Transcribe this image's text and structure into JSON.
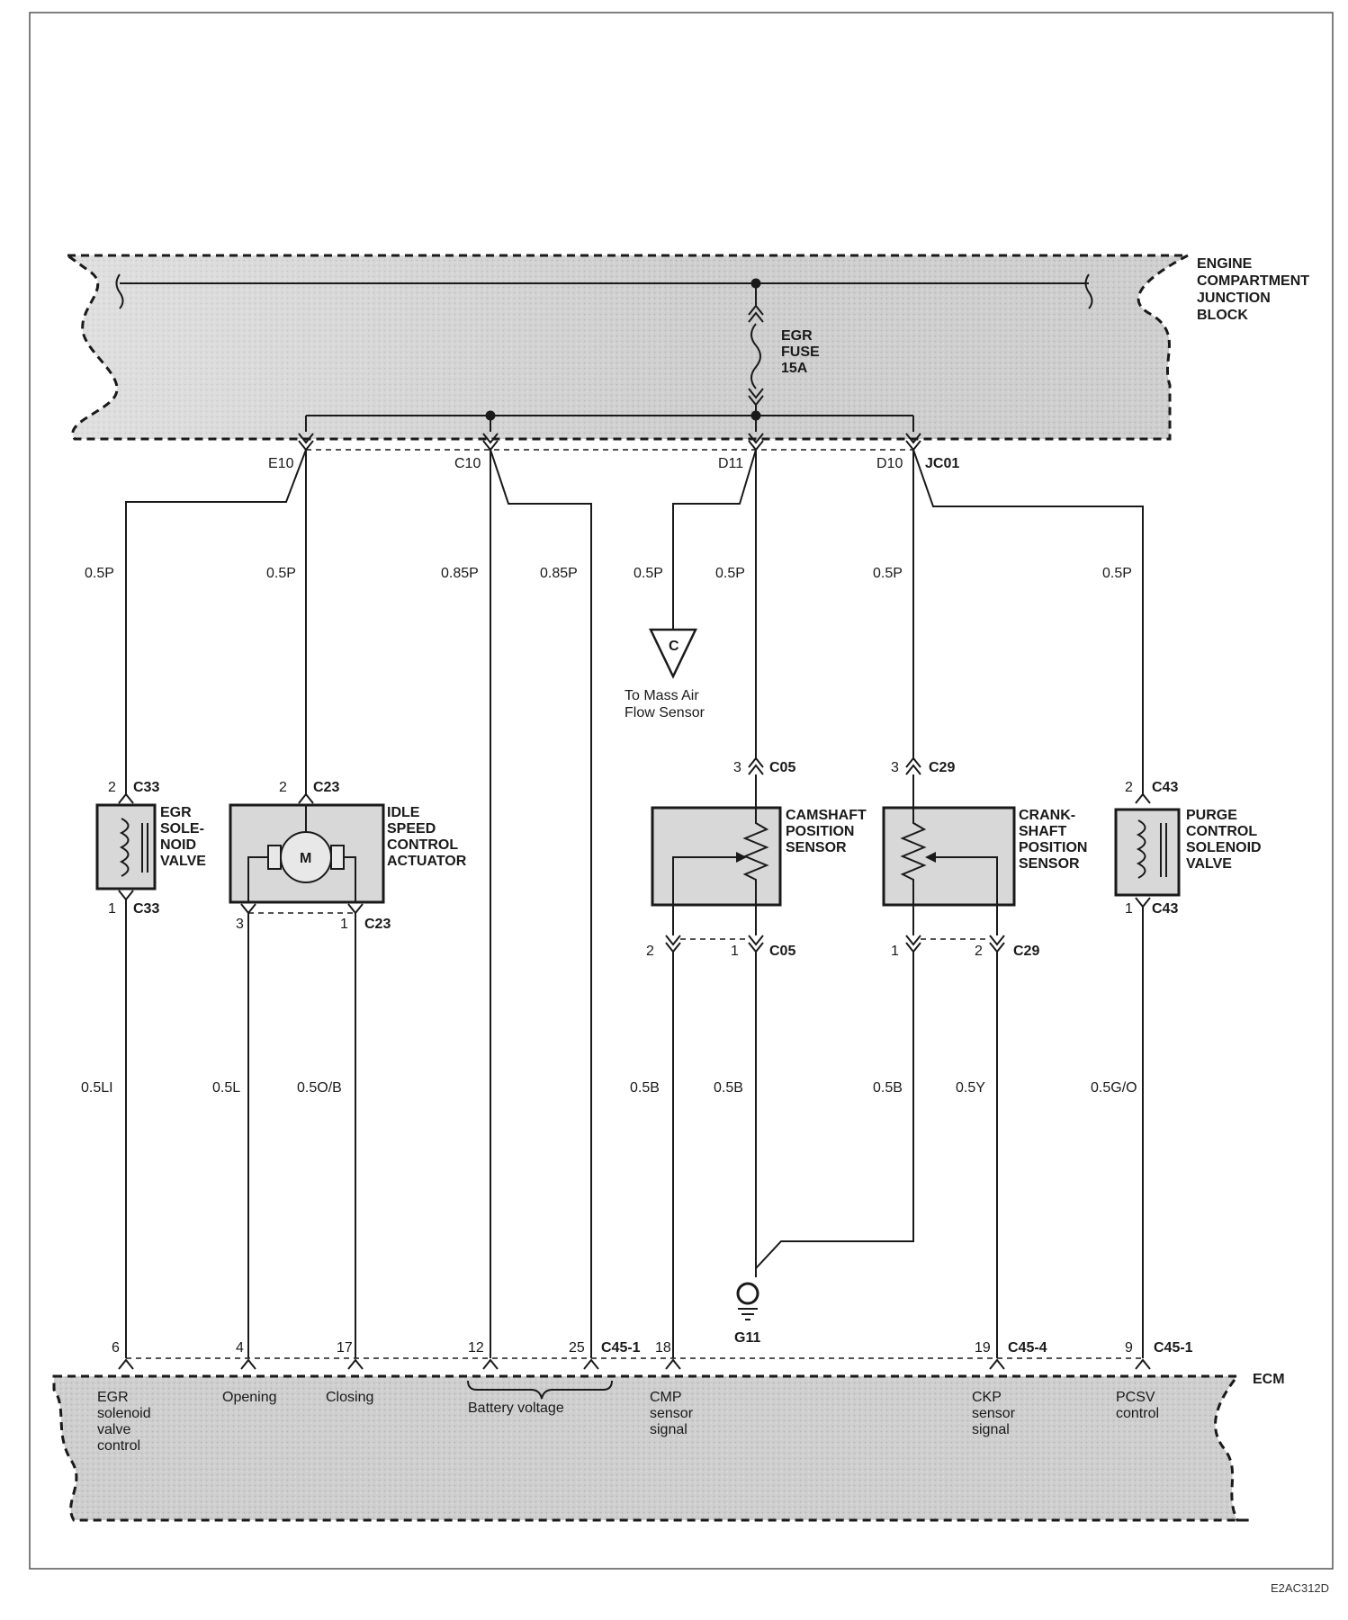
{
  "blocks": {
    "junction_block": "ENGINE COMPARTMENT JUNCTION BLOCK",
    "junction_lines": [
      "ENGINE",
      "COMPARTMENT",
      "JUNCTION",
      "BLOCK"
    ],
    "fuse": [
      "EGR",
      "FUSE",
      "15A"
    ],
    "ecm": "ECM"
  },
  "terminals_top": {
    "e10": "E10",
    "c10": "C10",
    "d11": "D11",
    "d10": "D10",
    "jc01": "JC01"
  },
  "wire_colors": {
    "w1": "0.5P",
    "w2": "0.5P",
    "w3": "0.85P",
    "w4": "0.85P",
    "w5": "0.5P",
    "w6": "0.5P",
    "w7": "0.5P",
    "w8": "0.5P",
    "b1": "0.5LI",
    "b2": "0.5L",
    "b3": "0.5O/B",
    "b4": "0.5B",
    "b5": "0.5B",
    "b6": "0.5B",
    "b7": "0.5Y",
    "b8": "0.5G/O"
  },
  "mass_air": {
    "ref": "C",
    "label": [
      "To Mass Air",
      "Flow Sensor"
    ]
  },
  "components": {
    "egr_valve": [
      "EGR",
      "SOLE-",
      "NOID",
      "VALVE"
    ],
    "isca": [
      "IDLE",
      "SPEED",
      "CONTROL",
      "ACTUATOR"
    ],
    "isca_motor": "M",
    "cmp": [
      "CAMSHAFT",
      "POSITION",
      "SENSOR"
    ],
    "ckp": [
      "CRANK-",
      "SHAFT",
      "POSITION",
      "SENSOR"
    ],
    "pcsv": [
      "PURGE",
      "CONTROL",
      "SOLENOID",
      "VALVE"
    ]
  },
  "connectors": {
    "c33": "C33",
    "c23": "C23",
    "c05": "C05",
    "c29": "C29",
    "c43": "C43",
    "c45_1a": "C45-1",
    "c45_4": "C45-4",
    "c45_1b": "C45-1"
  },
  "pins": {
    "egr_top": "2",
    "egr_bot": "1",
    "isca_top": "2",
    "isca_bl": "3",
    "isca_br": "1",
    "cmp_top": "3",
    "cmp_bl": "2",
    "cmp_br": "1",
    "ckp_top": "3",
    "ckp_bl": "1",
    "ckp_br": "2",
    "pcsv_top": "2",
    "pcsv_bot": "1",
    "ecm_6": "6",
    "ecm_4": "4",
    "ecm_17": "17",
    "ecm_12": "12",
    "ecm_25": "25",
    "ecm_18": "18",
    "ecm_19": "19",
    "ecm_9": "9"
  },
  "ground": "G11",
  "ecm_labels": {
    "egr": [
      "EGR",
      "solenoid",
      "valve",
      "control"
    ],
    "opening": "Opening",
    "closing": "Closing",
    "battery": "Battery voltage",
    "cmp": [
      "CMP",
      "sensor",
      "signal"
    ],
    "ckp": [
      "CKP",
      "sensor",
      "signal"
    ],
    "pcsv": [
      "PCSV",
      "control"
    ]
  },
  "figure_code": "E2AC312D"
}
